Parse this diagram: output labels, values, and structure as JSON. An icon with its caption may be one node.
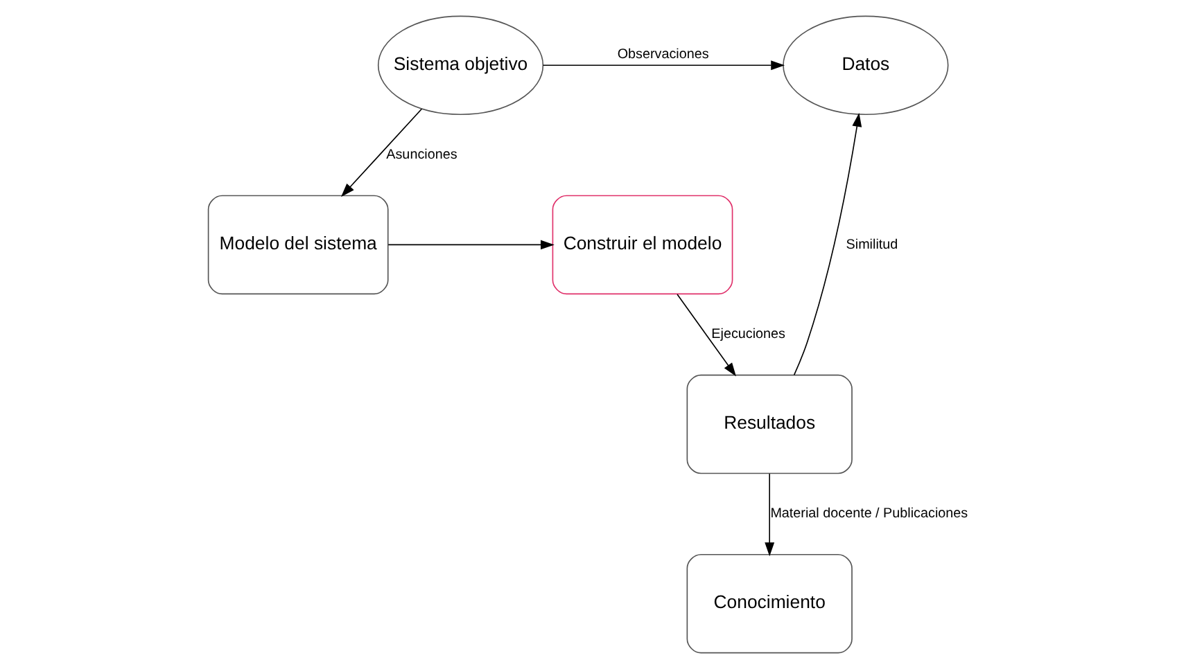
{
  "diagram": {
    "nodes": [
      {
        "text": [
          "Sistema objetivo"
        ]
      },
      {
        "text": [
          "Datos"
        ]
      },
      {
        "text": [
          "Modelo del sistema"
        ]
      },
      {
        "text": [
          "Construir el modelo"
        ]
      },
      {
        "text": [
          "Resultados"
        ]
      },
      {
        "text": [
          "Conocimiento"
        ]
      }
    ],
    "edges": [
      {
        "from": 0,
        "to": 1,
        "arrow": "to",
        "label": "Observaciones"
      },
      {
        "from": 0,
        "to": 2,
        "arrow": "to",
        "label": "Asunciones"
      },
      {
        "from": 2,
        "to": 3,
        "arrow": "to"
      },
      {
        "from": 3,
        "to": 4,
        "arrow": "to",
        "label": "Ejecuciones"
      },
      {
        "from": 4,
        "to": 1,
        "arrow": "to",
        "label": "Similitud"
      },
      {
        "from": 4,
        "to": 5,
        "arrow": "to",
        "label": "Material docente / Publicaciones"
      }
    ]
  }
}
